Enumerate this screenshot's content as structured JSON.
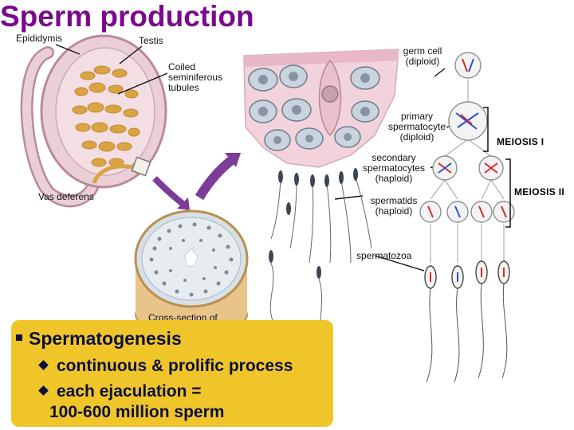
{
  "title": "Sperm production",
  "labels": {
    "epididymis": "Epididymis",
    "testis": "Testis",
    "tubules": [
      "Coiled",
      "seminiferous",
      "tubules"
    ],
    "vas_deferens": "Vas deferens",
    "cross_section": "Cross-section of",
    "germ_cell": [
      "germ cell",
      "(diploid)"
    ],
    "primary": [
      "primary",
      "spermatocyte",
      "(diploid)"
    ],
    "secondary": [
      "secondary",
      "spermatocytes",
      "(haploid)"
    ],
    "spermatids": [
      "spermatids",
      "(haploid)"
    ],
    "spermatozoa": "spermatozoa"
  },
  "stages": {
    "meiosis_1": "MEIOSIS I",
    "meiosis_2": "MEIOSIS II"
  },
  "bullets": {
    "heading": "Spermatogenesis",
    "items": [
      "continuous & prolific process",
      "each ejaculation =",
      "100-600 million sperm"
    ]
  },
  "colors": {
    "title": "#7a0a8c",
    "callout_bg": "#f0c52a",
    "callout_text": "#0b1040",
    "arrow": "#7d3c98",
    "testis": "#ead0d6",
    "tubules": "#d9a441",
    "chromosome_red": "#d62b2b",
    "chromosome_blue": "#2b4fd6"
  }
}
